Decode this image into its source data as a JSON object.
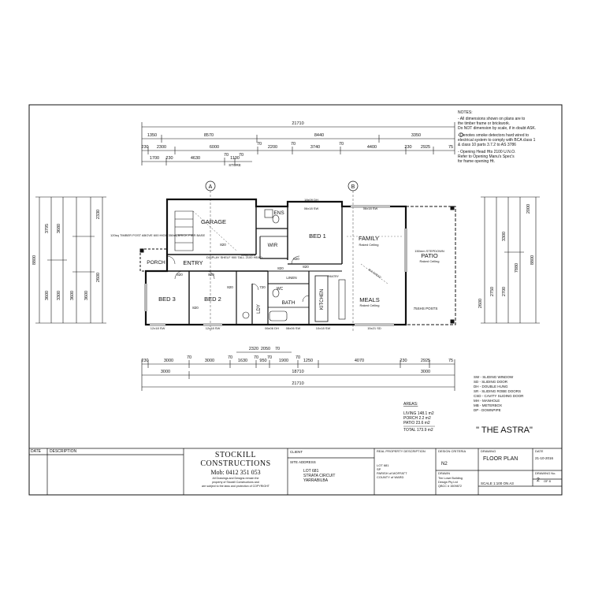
{
  "notes": {
    "heading": "NOTES:",
    "lines": [
      "- All dimensions shown on plans are to",
      "  the timber frame or brickwork.",
      "  Do NOT dimension by scale, if in doubt ASK.",
      "- Denotes smoke detectors hard wired to",
      "  electrical system to comply with BCA class 1",
      "  & class 10 parts 3.7.2 to AS 3786",
      "- Opening Head Hts 2100 U.N.O.",
      "  Refer to Opening Manu's Spec's",
      "  for frame opening Ht."
    ]
  },
  "dimensions": {
    "top_overall": "21710",
    "top_row1": [
      "1350",
      "8570",
      "8440",
      "3350"
    ],
    "top_row2": [
      "230",
      "2300",
      "6000",
      "70",
      "2200",
      "70",
      "3740",
      "70",
      "4400",
      "230",
      "2925",
      "75"
    ],
    "top_row3": [
      "1700",
      "230",
      "4630",
      "70",
      "1130",
      "70"
    ],
    "store": "STORE",
    "bottom_row1": [
      "2320",
      "2050",
      "70"
    ],
    "bottom_row2": [
      "230",
      "3000",
      "70",
      "3000",
      "70",
      "1630",
      "70",
      "950",
      "70",
      "1900",
      "70",
      "1250",
      "4070",
      "230",
      "2925",
      "75"
    ],
    "bottom_row3": [
      "3000",
      "3000",
      "18710"
    ],
    "bottom_overall": "21710",
    "left_outer": "8800",
    "left_row": [
      "3795",
      "3680",
      "2330",
      "3600",
      "3300",
      "3600",
      "3600",
      "2600"
    ],
    "right_row": [
      "2000",
      "3300",
      "2750",
      "7880",
      "8800",
      "2700",
      "2600"
    ]
  },
  "grid_markers": [
    "A",
    "B"
  ],
  "rooms": {
    "garage": "GARAGE",
    "ens": "ENS",
    "bed1": "BED 1",
    "wir": "WIR",
    "family": "FAMILY",
    "family_sub": "Raked Ceiling",
    "patio": "PATIO",
    "patio_sub": "Raked Ceiling",
    "porch": "PORCH",
    "entry": "ENTRY",
    "bed3": "BED 3",
    "bed2": "BED 2",
    "ldy": "LDY",
    "bath": "BATH",
    "kitchen": "KITCHEN",
    "meals": "MEALS",
    "meals_sub": "Raked Ceiling",
    "linen": "LINEN",
    "wc": "WC",
    "pantry": "PANTRY",
    "posts": "75SHS POSTS",
    "timber_post": "120sq TIMBER POST ABOVE 600 HIGH 350sq BRICK PIER BASE",
    "display_shelf": "DISPLAY SHELF 900 TALL 2100 HEAD",
    "shelves": "SHELVES",
    "step": "150mm STEPDOWN",
    "bulkhead": "BULKHEAD",
    "window_labels": [
      "18x09 DH",
      "06x18 SW",
      "06x18 SW",
      "12x18 SW",
      "12x18 SW",
      "06x06 DH",
      "08x06 SW",
      "10x18 SW",
      "15x21 SD"
    ],
    "door_sizes": [
      "820",
      "820",
      "820",
      "720",
      "820",
      "820",
      "820",
      "820",
      "820"
    ]
  },
  "legend": [
    "SW  -  SLIDING WINDOW",
    "SD  -  SLIDING DOOR",
    "DH  -  DOUBLE HUNG",
    "SR  -  SLIDING ROBE DOORS",
    "CSD  -  CAVITY SLIDING DOOR",
    "MH  -  MANHOLE",
    "MB  -  METERBOX",
    "DP  -  DOWNPIPE"
  ],
  "areas": {
    "heading": "AREAS:",
    "living": "LIVING  148.1 m2",
    "porch": "PORCH   2.2  m2",
    "patio": "PATIO   23.6 m2",
    "total": "TOTAL  173.9 m2"
  },
  "plan_title": "\" THE ASTRA\"",
  "title_block": {
    "date_col": "DATE",
    "desc_col": "DESCRIPTION",
    "company1": "STOCKILL",
    "company2": "CONSTRUCTIONS",
    "mob": "Mob: 0412 351 053",
    "copyright1": "All Drawings and Designs remain the",
    "copyright2": "property of Stockill Constructions and",
    "copyright3": "are subject to the laws and protection of COPYRIGHT",
    "client": "CLIENT",
    "site_address": "SITE ADDRESS",
    "lot": "LOT 681",
    "street": "STRATA CIRCUIT",
    "suburb": "YARRABILBA",
    "rpd_head": "REAL PROPERTY DESCRIPTION",
    "rpd1": "LOT 681",
    "rpd2": "SP",
    "rpd3": "PARISH of MOFFATT",
    "rpd4": "COUNTY of WARD",
    "design_head": "DESIGN CRITERIA",
    "design_val": "N2",
    "drawing_head": "DRAWING",
    "drawing_val": "FLOOR PLAN",
    "date_head": "DATE",
    "date_val": "21-10-2016",
    "drawn_head": "DRAWN",
    "drawn1": "Tim Lowe Building",
    "drawn2": "Design Pty Ltd",
    "drawn3": "QBCC # 1509872",
    "scale": "SCALE  1:100 ON A3",
    "dwg_no_head": "DRAWING No.",
    "dwg_no": "2",
    "of": "OF 8"
  }
}
